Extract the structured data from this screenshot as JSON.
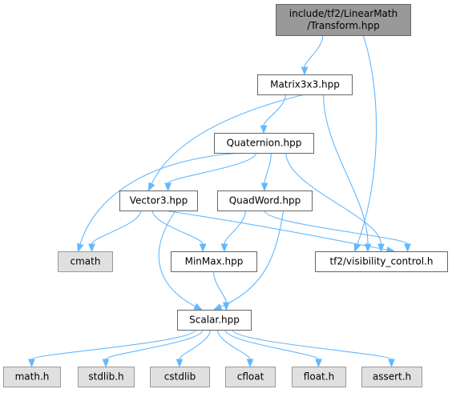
{
  "graph": {
    "colors": {
      "edge": "#63b8ff",
      "primary_fill": "#999999",
      "local_fill": "#ffffff",
      "system_fill": "#e0e0e0",
      "border": "#666666"
    },
    "nodes": [
      {
        "id": "transform",
        "kind": "primary",
        "lines": [
          "include/tf2/LinearMath",
          "/Transform.hpp"
        ]
      },
      {
        "id": "matrix3x3",
        "kind": "local",
        "lines": [
          "Matrix3x3.hpp"
        ]
      },
      {
        "id": "quaternion",
        "kind": "local",
        "lines": [
          "Quaternion.hpp"
        ]
      },
      {
        "id": "vector3",
        "kind": "local",
        "lines": [
          "Vector3.hpp"
        ]
      },
      {
        "id": "quadword",
        "kind": "local",
        "lines": [
          "QuadWord.hpp"
        ]
      },
      {
        "id": "cmath",
        "kind": "system",
        "lines": [
          "cmath"
        ]
      },
      {
        "id": "minmax",
        "kind": "local",
        "lines": [
          "MinMax.hpp"
        ]
      },
      {
        "id": "visibility",
        "kind": "local",
        "lines": [
          "tf2/visibility_control.h"
        ]
      },
      {
        "id": "scalar",
        "kind": "local",
        "lines": [
          "Scalar.hpp"
        ]
      },
      {
        "id": "math_h",
        "kind": "system",
        "lines": [
          "math.h"
        ]
      },
      {
        "id": "stdlib_h",
        "kind": "system",
        "lines": [
          "stdlib.h"
        ]
      },
      {
        "id": "cstdlib",
        "kind": "system",
        "lines": [
          "cstdlib"
        ]
      },
      {
        "id": "cfloat",
        "kind": "system",
        "lines": [
          "cfloat"
        ]
      },
      {
        "id": "float_h",
        "kind": "system",
        "lines": [
          "float.h"
        ]
      },
      {
        "id": "assert_h",
        "kind": "system",
        "lines": [
          "assert.h"
        ]
      }
    ],
    "edges": [
      {
        "from": "transform",
        "to": "matrix3x3"
      },
      {
        "from": "transform",
        "to": "visibility"
      },
      {
        "from": "matrix3x3",
        "to": "quaternion"
      },
      {
        "from": "matrix3x3",
        "to": "vector3"
      },
      {
        "from": "matrix3x3",
        "to": "visibility"
      },
      {
        "from": "quaternion",
        "to": "cmath"
      },
      {
        "from": "quaternion",
        "to": "vector3"
      },
      {
        "from": "quaternion",
        "to": "quadword"
      },
      {
        "from": "quaternion",
        "to": "visibility"
      },
      {
        "from": "vector3",
        "to": "cmath"
      },
      {
        "from": "vector3",
        "to": "minmax"
      },
      {
        "from": "vector3",
        "to": "visibility"
      },
      {
        "from": "vector3",
        "to": "scalar"
      },
      {
        "from": "quadword",
        "to": "minmax"
      },
      {
        "from": "quadword",
        "to": "visibility"
      },
      {
        "from": "quadword",
        "to": "scalar"
      },
      {
        "from": "minmax",
        "to": "scalar"
      },
      {
        "from": "scalar",
        "to": "math_h"
      },
      {
        "from": "scalar",
        "to": "stdlib_h"
      },
      {
        "from": "scalar",
        "to": "cstdlib"
      },
      {
        "from": "scalar",
        "to": "cfloat"
      },
      {
        "from": "scalar",
        "to": "float_h"
      },
      {
        "from": "scalar",
        "to": "assert_h"
      }
    ]
  }
}
